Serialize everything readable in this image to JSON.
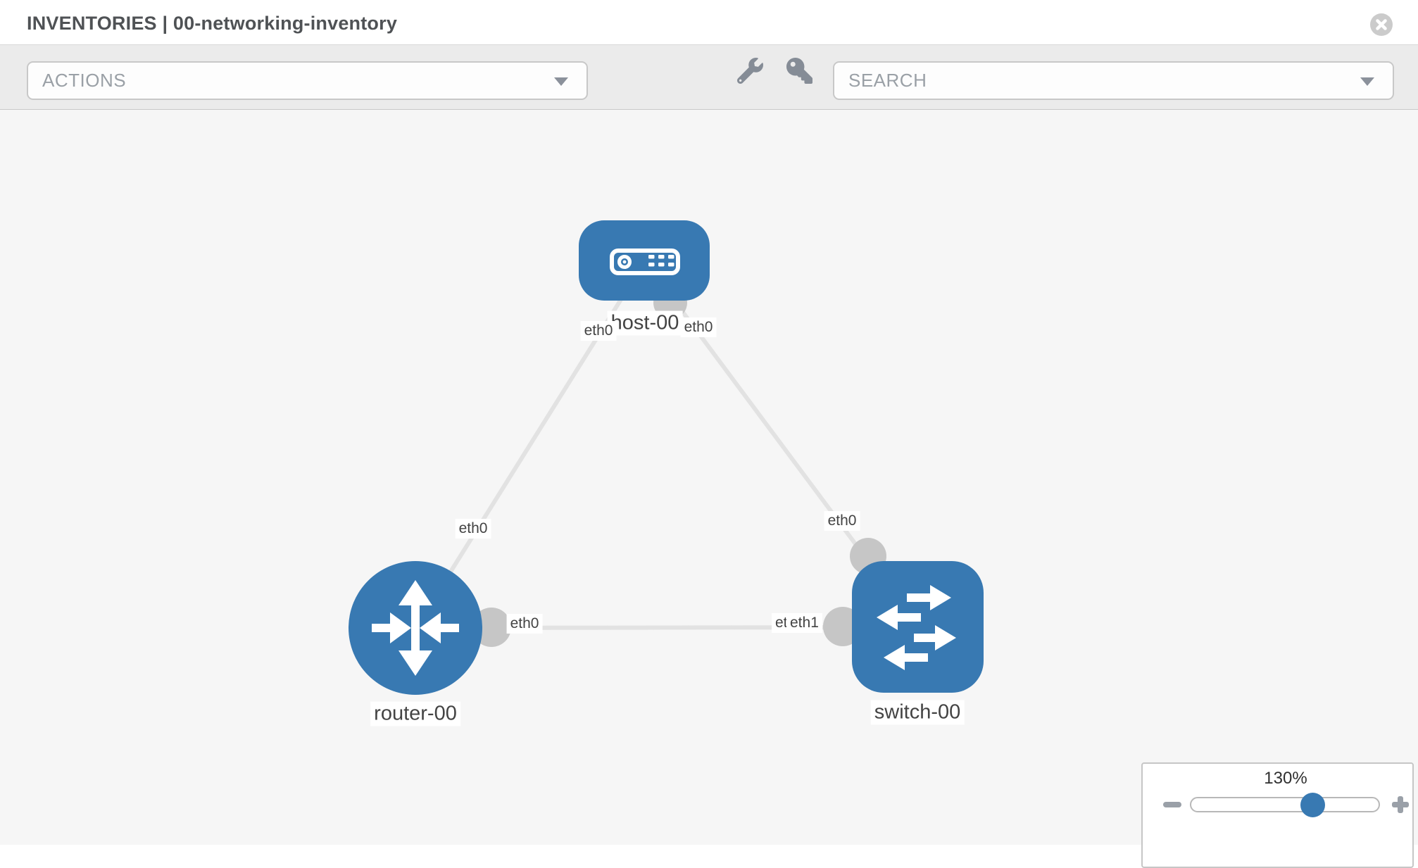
{
  "header": {
    "title": "INVENTORIES | 00-networking-inventory"
  },
  "toolbar": {
    "actions_placeholder": "ACTIONS",
    "search_placeholder": "SEARCH",
    "icons": [
      "wrench-icon",
      "key-icon"
    ]
  },
  "topology": {
    "nodes": [
      {
        "label": "host-00",
        "type": "host"
      },
      {
        "label": "router-00",
        "type": "router"
      },
      {
        "label": "switch-00",
        "type": "switch"
      }
    ],
    "links": [
      {
        "from": "host-00",
        "from_if": "eth0",
        "to": "router-00",
        "to_if": "eth0"
      },
      {
        "from": "host-00",
        "from_if": "eth0",
        "to": "switch-00",
        "to_if": "eth0"
      },
      {
        "from": "router-00",
        "from_if": "eth0",
        "to": "switch-00",
        "to_if": "eth1"
      }
    ],
    "interface_labels": {
      "host_left": "eth0",
      "host_right": "eth0",
      "router_top": "eth0",
      "switch_top": "eth0",
      "mid_router": "eth0",
      "mid_switch_back": "eth0",
      "mid_switch_front": "eth1"
    }
  },
  "zoom_control": {
    "level": "130%"
  },
  "colors": {
    "node_blue": "#3879b2",
    "link_gray": "#e2e2e2",
    "connector_gray": "#c6c6c6",
    "toolbar_bg": "#ebebeb",
    "canvas_bg": "#f6f6f6"
  }
}
